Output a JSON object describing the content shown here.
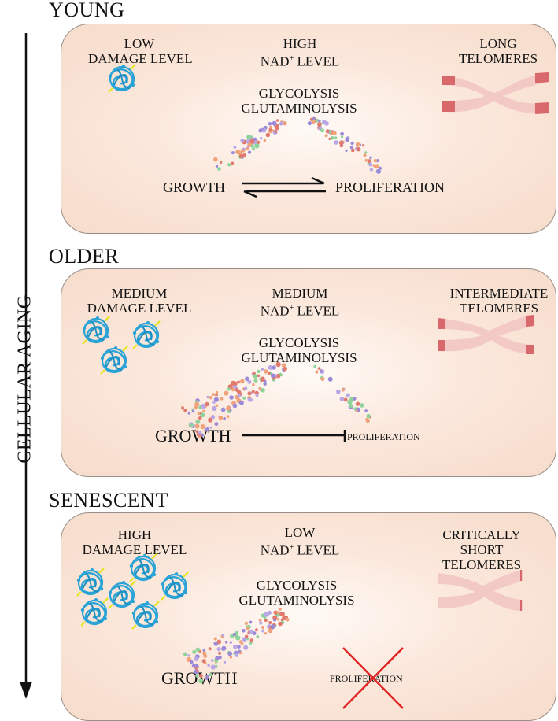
{
  "axis_label": "CELLULAR AGING",
  "stages": {
    "young": {
      "title": "YOUNG",
      "damage": [
        "LOW",
        "DAMAGE LEVEL"
      ],
      "nad": [
        "HIGH",
        "NAD",
        "+",
        " LEVEL"
      ],
      "metabolism": [
        "GLYCOLYSIS",
        "GLUTAMINOLYSIS"
      ],
      "growth": "GROWTH",
      "proliferation": "PROLIFERATION",
      "telomeres": [
        "LONG",
        "TELOMERES"
      ]
    },
    "older": {
      "title": "OLDER",
      "damage": [
        "MEDIUM",
        "DAMAGE LEVEL"
      ],
      "nad": [
        "MEDIUM",
        "NAD",
        "+",
        " LEVEL"
      ],
      "metabolism": [
        "GLYCOLYSIS",
        "GLUTAMINOLYSIS"
      ],
      "growth": "GROWTH",
      "proliferation": "PROLIFERATION",
      "telomeres": [
        "INTERMEDIATE",
        "TELOMERES"
      ]
    },
    "senescent": {
      "title": "SENESCENT",
      "damage": [
        "HIGH",
        "DAMAGE LEVEL"
      ],
      "nad": [
        "LOW",
        "NAD",
        "+",
        " LEVEL"
      ],
      "metabolism": [
        "GLYCOLYSIS",
        "GLUTAMINOLYSIS"
      ],
      "growth": "GROWTH",
      "proliferation": "PROLIFERATION",
      "telomeres": [
        "CRITICALLY",
        "SHORT",
        "TELOMERES"
      ]
    }
  },
  "colors": {
    "panel_border": "#9a8f88",
    "protein": "#2aa3d6",
    "protein_accent": "#e6e41e",
    "telomere_body": "#f3c9c6",
    "telomere_cap": "#d9686c",
    "cross": "#e02424",
    "dot_colors": [
      "#e07a6e",
      "#9b8ad8",
      "#8fd39a",
      "#f0a27a",
      "#b9a7e6"
    ]
  }
}
